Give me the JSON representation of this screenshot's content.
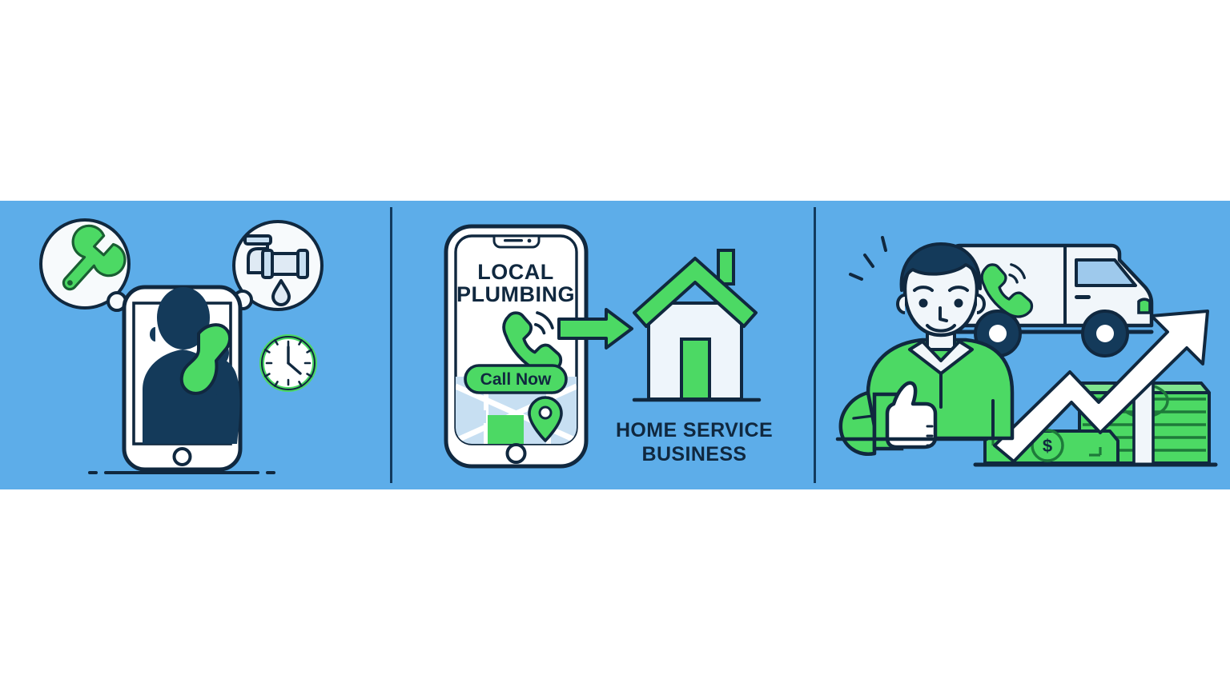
{
  "image": {
    "type": "illustration-banner",
    "title": "Local plumbing phone call to home service business growth",
    "background_outside": "#ffffff",
    "banner_background": "#5dade9",
    "panels_count": 3
  },
  "palette": {
    "background_blue": "#5dade9",
    "navy": "#10283f",
    "green": "#4cd964",
    "green_alt": "#45c85a",
    "green_dark": "#1e7a3a",
    "white": "#ffffff",
    "off_white": "#f4f8fb",
    "light_blue_fill": "#c7dff2",
    "page_white": "#ffffff"
  },
  "panel1": {
    "name": "customer-calling-panel",
    "caption": "",
    "thought_bubbles": [
      {
        "icon": "wrench-icon",
        "label": "wrench"
      },
      {
        "icon": "leaky-pipe-icon",
        "label": "leaking pipe"
      }
    ],
    "clock": {
      "icon": "clock-icon",
      "time": "4:00"
    },
    "phone": {
      "icon": "smartphone-icon",
      "screen_content": "person-silhouette-on-call"
    },
    "handset": {
      "icon": "phone-handset-icon"
    }
  },
  "panel2": {
    "name": "local-plumbing-search-panel",
    "phone_screen": {
      "heading_line1": "LOCAL",
      "heading_line2": "PLUMBING",
      "call_icon": "phone-ringing-icon",
      "cta_label": "Call Now",
      "map_pin_icon": "map-pin-icon",
      "map_area_label": "map"
    },
    "arrow": {
      "icon": "arrow-right-icon",
      "color": "#4cd964"
    },
    "house": {
      "icon": "house-icon"
    },
    "caption_line1": "HOME SERVICE",
    "caption_line2": "BUSINESS"
  },
  "panel3": {
    "name": "business-growth-panel",
    "person": {
      "icon": "thumbs-up-person-icon",
      "gesture": "thumbs-up",
      "shirt_color": "#4cd964"
    },
    "van": {
      "icon": "service-van-icon",
      "badge_icon": "phone-ringing-icon"
    },
    "growth_arrow": {
      "icon": "trending-up-arrow-icon",
      "color": "#ffffff"
    },
    "money": {
      "icon": "cash-stack-icon",
      "symbol": "$"
    }
  }
}
